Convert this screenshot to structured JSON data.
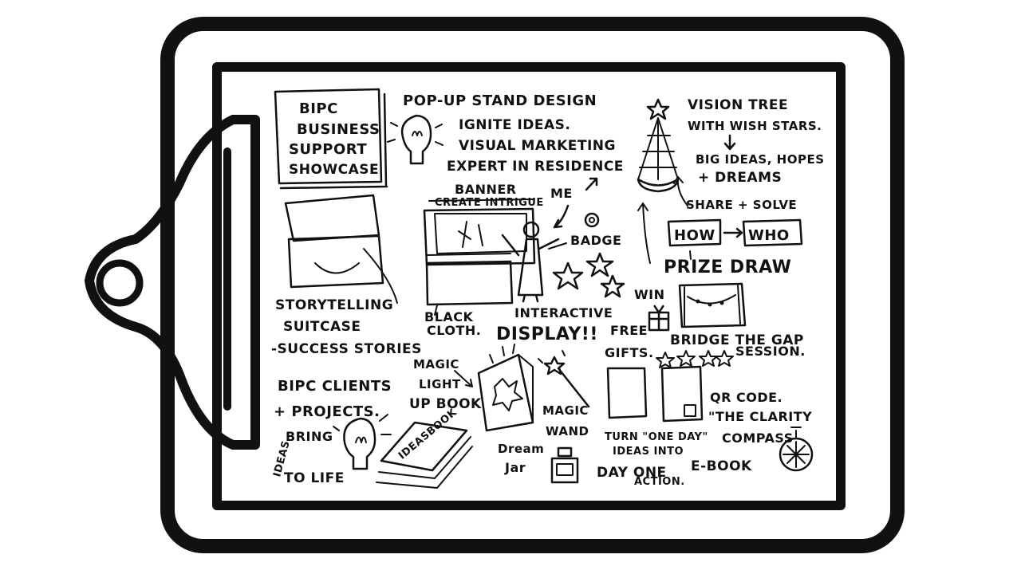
{
  "sections": {
    "header": {
      "line1": "BIPC",
      "line2": "BUSINESS",
      "line3": "SUPPORT",
      "line4": "SHOWCASE"
    },
    "popup": {
      "title": "POP-UP STAND DESIGN",
      "line1": "IGNITE IDEAS.",
      "line2": "VISUAL MARKETING",
      "line3": "EXPERT IN RESIDENCE",
      "banner": "BANNER",
      "banner_sub": "CREATE INTRIGUE",
      "me": "ME",
      "badge": "BADGE",
      "black_cloth": "BLACK",
      "black_cloth2": "CLOTH.",
      "interactive": "INTERACTIVE",
      "display": "DISPLAY!!"
    },
    "vision": {
      "line1": "VISION TREE",
      "line2": "WITH WISH STARS.",
      "line3": "BIG IDEAS, HOPES",
      "line4": "+ DREAMS",
      "share": "SHARE + SOLVE",
      "how": "HOW",
      "who": "WHO",
      "prize": "PRIZE DRAW"
    },
    "suitcase": {
      "line1": "STORYTELLING",
      "line2": "SUITCASE",
      "line3": "-SUCCESS STORIES"
    },
    "clients": {
      "line1": "BIPC CLIENTS",
      "line2": "+ PROJECTS.",
      "bring": "BRING",
      "ideas": "IDEAS",
      "to_life": "TO LIFE",
      "ideasbook": "IDEASBOOK"
    },
    "magic": {
      "book1": "MAGIC",
      "book2": "LIGHT",
      "book3": "UP BOOK",
      "wand1": "MAGIC",
      "wand2": "WAND",
      "jar1": "Dream",
      "jar2": "Jar"
    },
    "gifts": {
      "win": "WIN",
      "free": "FREE",
      "gifts": "GIFTS.",
      "bridge": "BRIDGE THE GAP",
      "session": "SESSION.",
      "qr": "QR CODE.",
      "clarity1": "\"THE CLARITY",
      "clarity2": "COMPASS",
      "ebook": "E-BOOK",
      "turn1": "TURN \"ONE DAY\"",
      "turn2": "IDEAS INTO",
      "turn3": "DAY ONE",
      "turn4": "ACTION."
    }
  },
  "icons": [
    "clipboard-icon",
    "lightbulb-icon",
    "christmas-tree-icon",
    "star-icon",
    "suitcase-icon",
    "gift-icon",
    "magic-wand-icon",
    "book-icon",
    "jar-icon",
    "compass-icon",
    "person-icon",
    "smiley-icon"
  ],
  "colors": {
    "ink": "#111111",
    "paper": "#ffffff"
  }
}
